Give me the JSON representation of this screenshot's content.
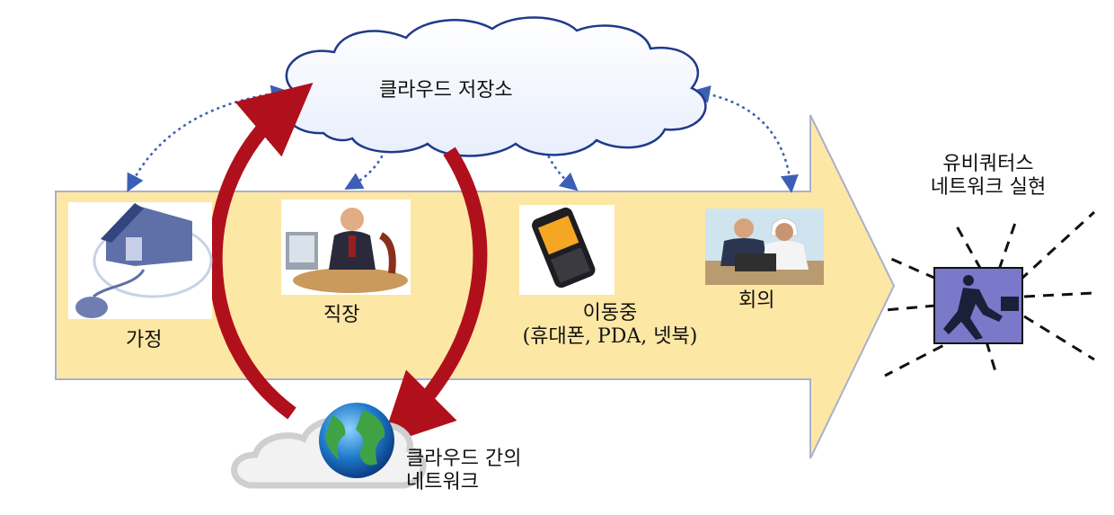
{
  "cloud_storage": {
    "label": "클라우드 저장소"
  },
  "locations": [
    {
      "id": "home",
      "label": "가정",
      "icon": "house-mouse-icon"
    },
    {
      "id": "work",
      "label": "직장",
      "icon": "office-worker-icon"
    },
    {
      "id": "mobile",
      "label": "이동중",
      "sublabel": "(휴대폰, PDA, 넷북)",
      "icon": "smartphone-icon"
    },
    {
      "id": "meeting",
      "label": "회의",
      "icon": "meeting-people-icon"
    }
  ],
  "inter_cloud": {
    "label_line1": "클라우드 간의",
    "label_line2": "네트워크"
  },
  "ubiquitous": {
    "label_line1": "유비쿼터스",
    "label_line2": "네트워크 실현"
  },
  "colors": {
    "arrow_fill": "#fde7a4",
    "arrow_border": "#aab0cc",
    "cloud_border": "#1f3a8a",
    "cycle_arrow": "#b0101c",
    "dotted_link": "#3a5fb5",
    "runner_box": "#7a78c8"
  }
}
